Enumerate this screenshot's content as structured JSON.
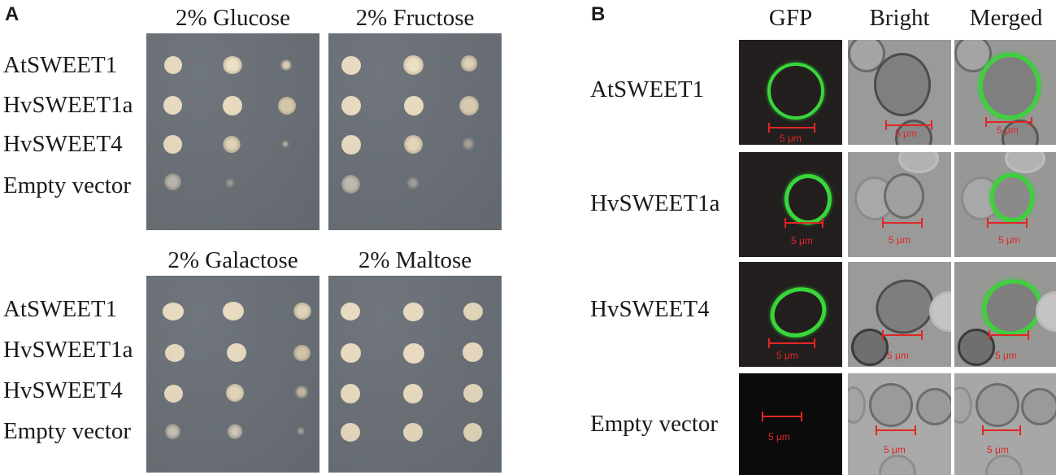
{
  "panel_a": {
    "letter": "A",
    "top": {
      "plates": [
        "2% Glucose",
        "2% Fructose"
      ],
      "rows": [
        "AtSWEET1",
        "HvSWEET1a",
        "HvSWEET4",
        "Empty vector"
      ]
    },
    "bottom": {
      "plates": [
        "2% Galactose",
        "2% Maltose"
      ],
      "rows": [
        "AtSWEET1",
        "HvSWEET1a",
        "HvSWEET4",
        "Empty vector"
      ]
    }
  },
  "panel_b": {
    "letter": "B",
    "columns": [
      "GFP",
      "Bright",
      "Merged"
    ],
    "rows": [
      "AtSWEET1",
      "HvSWEET1a",
      "HvSWEET4",
      "Empty vector"
    ],
    "scale_label": "5 μm"
  },
  "colors": {
    "plate": "#686e75",
    "colony": "#e8dcc1",
    "gfp_green": "#39d63a",
    "scale_red": "#e02626"
  }
}
